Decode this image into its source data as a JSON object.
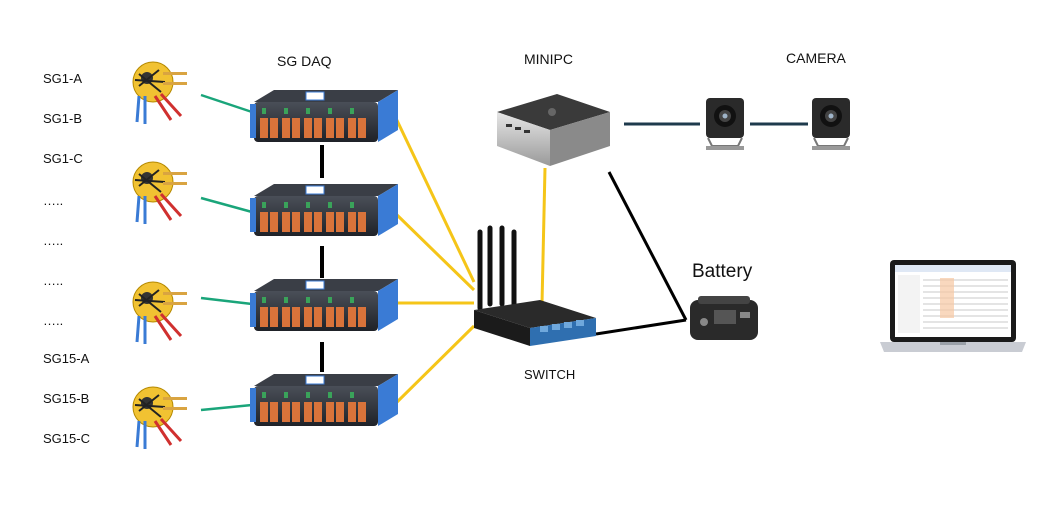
{
  "titles": {
    "sg_daq": "SG DAQ",
    "minipc": "MINIPC",
    "camera": "CAMERA",
    "battery": "Battery",
    "switch": "SWITCH"
  },
  "sensor_labels": [
    "SG1-A",
    "SG1-B",
    "SG1-C",
    "…..",
    "…..",
    "…..",
    "…..",
    "SG15-A",
    "SG15-B",
    "SG15-C"
  ],
  "colors": {
    "sensor_link": "#1aa57a",
    "network_link": "#f5c518",
    "power_link": "#000000",
    "camera_link": "#1e3a4c",
    "daq_body": "#2b2f36",
    "daq_blue": "#3a7bd5",
    "daq_terminal": "#d9733a",
    "sensor_disk": "#f1c232"
  },
  "icons": {
    "sensor": "strain-gauge-icon",
    "daq": "daq-module-icon",
    "minipc": "mini-pc-icon",
    "camera": "camera-icon",
    "switch": "network-switch-icon",
    "battery": "battery-icon",
    "laptop": "laptop-icon"
  }
}
